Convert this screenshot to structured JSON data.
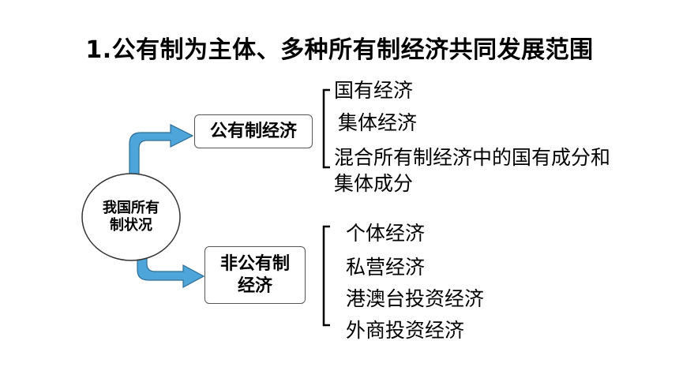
{
  "title": "1.公有制为主体、多种所有制经济共同发展范围",
  "root_label": "我国所有制状况",
  "branches": [
    {
      "label": "公有制经济",
      "items": [
        "国有经济",
        "集体经济",
        "混合所有制经济中的国有成分和集体成分"
      ]
    },
    {
      "label": "非公有制经济",
      "items": [
        "个体经济",
        "私营经济",
        "港澳台投资经济",
        "外商投资经济"
      ]
    }
  ],
  "colors": {
    "arrow": "#4ea5d9",
    "arrow_outline": "#2e6e96",
    "border": "#555555",
    "text": "#000000"
  }
}
